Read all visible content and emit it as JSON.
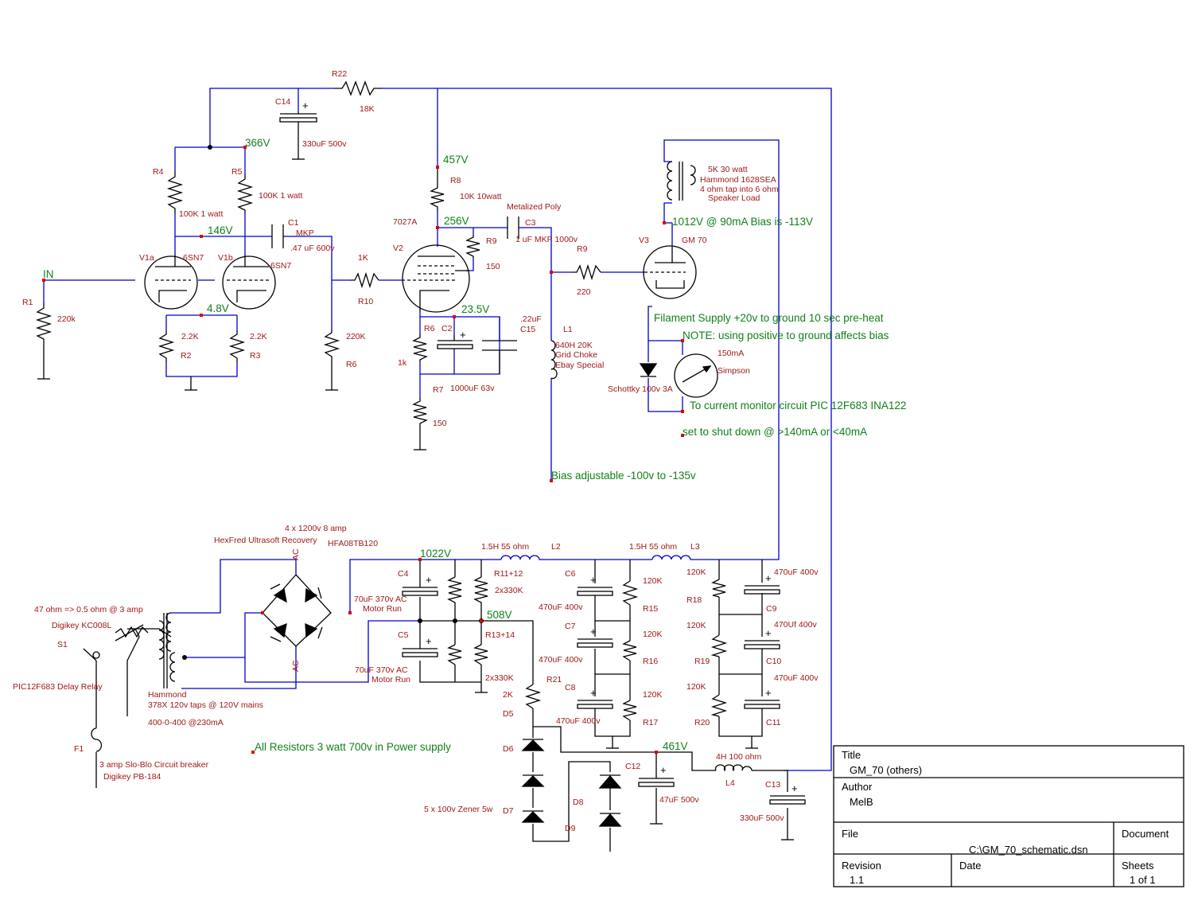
{
  "voltages": {
    "v366": "366V",
    "v146": "146V",
    "v4_8": "4.8V",
    "v457": "457V",
    "v256": "256V",
    "v23_5": "23.5V",
    "v1012": "1012V @ 90mA Bias is -113V",
    "v1022": "1022V",
    "v508": "508V",
    "v461": "461V",
    "in": "IN"
  },
  "notes": {
    "filament": "Filament Supply +20v to ground 10 sec pre-heat",
    "positive": "NOTE: using positive to ground affects bias",
    "monitor": "To current monitor circuit PIC 12F683  INA122",
    "shutdown": "set to shut down @ >140mA or <40mA",
    "bias_adj": "Bias adjustable -100v  to -135v",
    "resistors": "All Resistors 3 watt  700v in Power supply"
  },
  "labels": {
    "r22": "R22",
    "r22v": "18K",
    "c14": "C14",
    "c14v": "330uF 500v",
    "r4": "R4",
    "r4v": "100K 1 watt",
    "r5": "R5",
    "r5v": "100K 1 watt",
    "c1": "C1",
    "c1a": "MKP",
    "c1v": ".47 uF 600v",
    "v1a": "V1a",
    "v1b": "V1b",
    "t6sn7a": "6SN7",
    "t6sn7b": "6SN7",
    "r1": "R1",
    "r1v": "220k",
    "r2": "R2",
    "r2v": "2.2K",
    "r3": "R3",
    "r3v": "2.2K",
    "r10": "R10",
    "r10v": "1K",
    "r6b": "R6",
    "r6bv": "220K",
    "r8": "R8",
    "r8v": "10K 10watt",
    "v2": "V2",
    "t7027": "7027A",
    "r9a": "R9",
    "r9av": "150",
    "c3": "C3",
    "c3a": "Metalized Poly",
    "c3v": "1 uF MKP 1000v",
    "r9b": "R9",
    "r9bv": "220",
    "r6": "R6",
    "r6v": "1k",
    "c2": "C2",
    "c2v": "1000uF 63v",
    "c15": "C15",
    "c15v": ".22uF",
    "r7": "R7",
    "r7v": "150",
    "l1": "L1",
    "l1a": "640H  20K",
    "l1b": "Grid Choke",
    "l1c": "Ebay Special",
    "v3": "V3",
    "tgm70": "GM 70",
    "ot1": "5K  30 watt",
    "ot2": "Hammond 1628SEA",
    "ot3": "4 ohm tap into 6 ohm",
    "ot4": "Speaker Load",
    "meter": "150mA",
    "meter2": "Simpson",
    "schottky": "Schottky 100v 3A",
    "bridge1": "4 x 1200v 8 amp",
    "bridge2": "HexFred Ultrasoft Recovery",
    "bridge3": "HFA08TB120",
    "ac1": "AC",
    "ac2": "AC",
    "c4": "C4",
    "c4v1": "70uF  370v AC",
    "c4v2": "Motor Run",
    "c5": "C5",
    "c5v1": "70uF 370v AC",
    "c5v2": "Motor Run",
    "r1112": "R11+12",
    "r1112v": "2x330K",
    "r1314": "R13+14",
    "r1314v": "2x330K",
    "l2": "L2",
    "l2v": "1.5H 55 ohm",
    "l3": "L3",
    "l3v": "1.5H 55 ohm",
    "c6": "C6",
    "c6v": "470uF 400v",
    "c7": "C7",
    "c7v": "470uF 400v",
    "c8": "C8",
    "c8v": "470uF 400v",
    "r15": "R15",
    "r15v": "120K",
    "r16": "R16",
    "r16v": "120K",
    "r17": "R17",
    "r17v": "120K",
    "r18": "R18",
    "r18v": "120K",
    "r19": "R19",
    "r19v": "120K",
    "r20": "R20",
    "r20v": "120K",
    "c9": "C9",
    "c9v": "470uF 400v",
    "c10": "C10",
    "c10v": "470Uf 400v",
    "c11": "C11",
    "c11v": "470uF 400v",
    "r21": "R21",
    "r21v": "2K",
    "d5": "D5",
    "d6": "D6",
    "d7": "D7",
    "d8": "D8",
    "d9": "D9",
    "zener": "5 x 100v Zener 5w",
    "c12": "C12",
    "c12v": "47uF 500v",
    "l4": "L4",
    "l4v": "4H 100 ohm",
    "c13": "C13",
    "c13v": "330uF 500v",
    "therm1": "47 ohm => 0.5 ohm @ 3 amp",
    "therm2": "Digikey KC008L",
    "s1": "S1",
    "relay": "PIC12F683 Delay Relay",
    "xfmr1": "Hammond",
    "xfmr2": "378X 120v taps @ 120V mains",
    "xfmr3": "400-0-400 @230mA",
    "f1": "F1",
    "fuse1": "3 amp Slo-Blo Circuit breaker",
    "fuse2": "Digikey PB-184"
  },
  "title_block": {
    "title_label": "Title",
    "title_value": "GM_70 (others)",
    "author_label": "Author",
    "author_value": "MelB",
    "file_label": "File",
    "file_value": "C:\\GM_70_schematic.dsn",
    "document_label": "Document",
    "revision_label": "Revision",
    "revision_value": "1.1",
    "date_label": "Date",
    "sheets_label": "Sheets",
    "sheets_value": "1 of 1"
  }
}
